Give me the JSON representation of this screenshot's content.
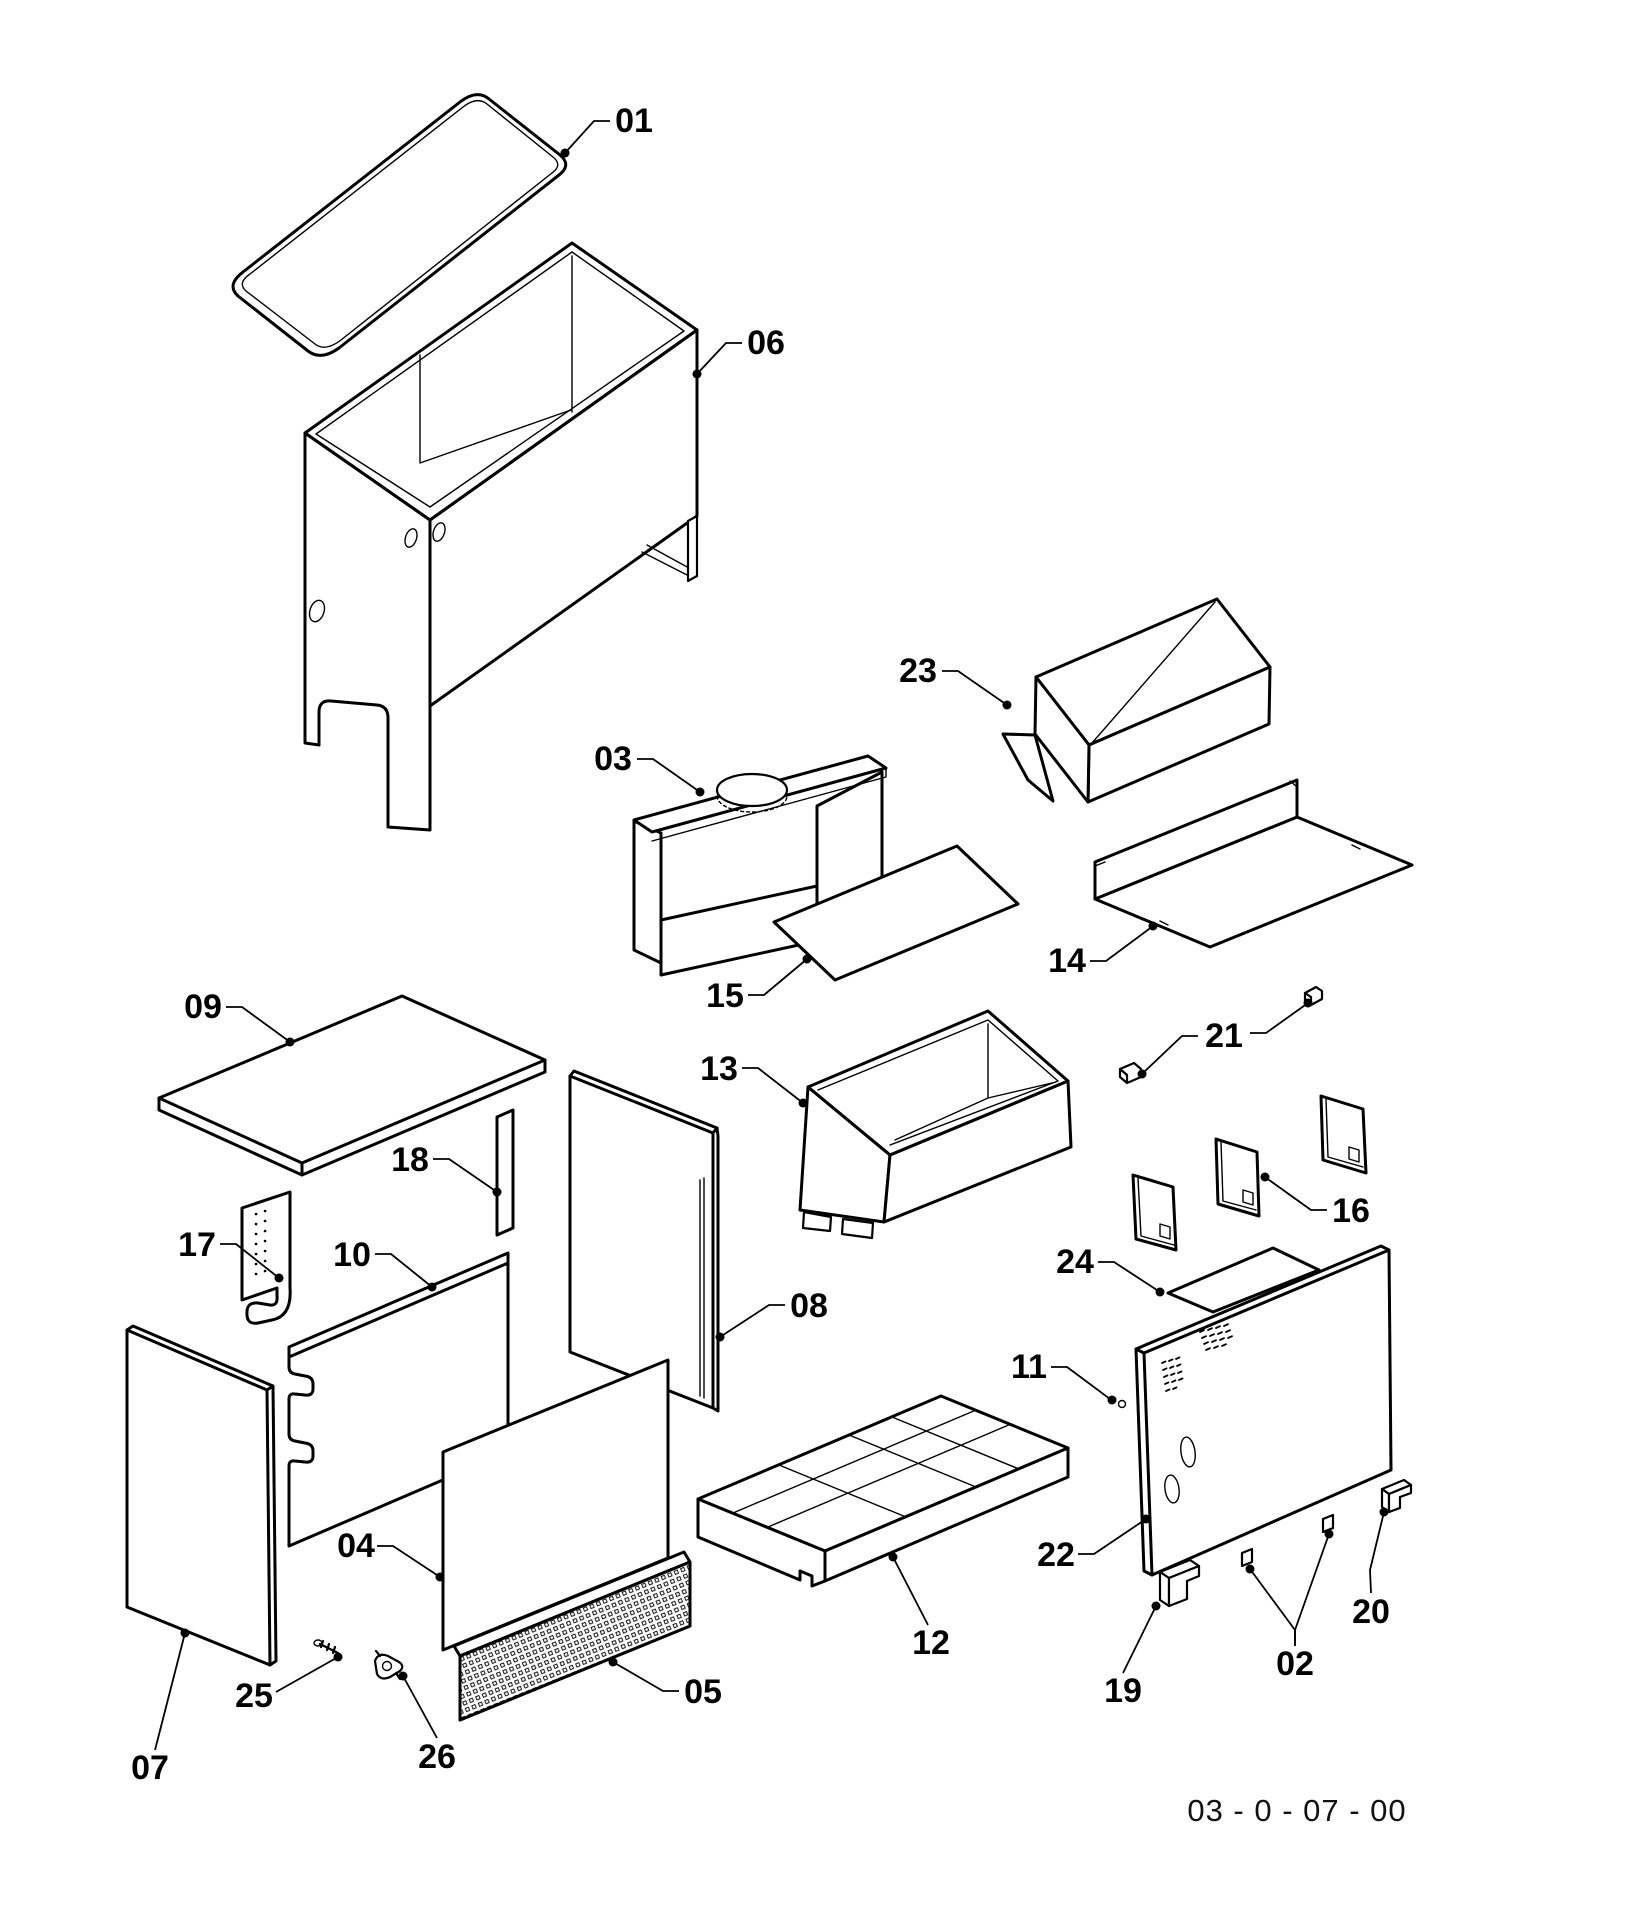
{
  "drawing_code": "03 - 0 - 07 - 00",
  "colors": {
    "line": "#000000",
    "background": "#ffffff"
  },
  "callouts": [
    {
      "label": "01"
    },
    {
      "label": "02"
    },
    {
      "label": "03"
    },
    {
      "label": "04"
    },
    {
      "label": "05"
    },
    {
      "label": "06"
    },
    {
      "label": "07"
    },
    {
      "label": "08"
    },
    {
      "label": "09"
    },
    {
      "label": "10"
    },
    {
      "label": "11"
    },
    {
      "label": "12"
    },
    {
      "label": "13"
    },
    {
      "label": "14"
    },
    {
      "label": "15"
    },
    {
      "label": "16"
    },
    {
      "label": "17"
    },
    {
      "label": "18"
    },
    {
      "label": "19"
    },
    {
      "label": "20"
    },
    {
      "label": "21"
    },
    {
      "label": "22"
    },
    {
      "label": "23"
    },
    {
      "label": "24"
    },
    {
      "label": "25"
    },
    {
      "label": "26"
    }
  ]
}
